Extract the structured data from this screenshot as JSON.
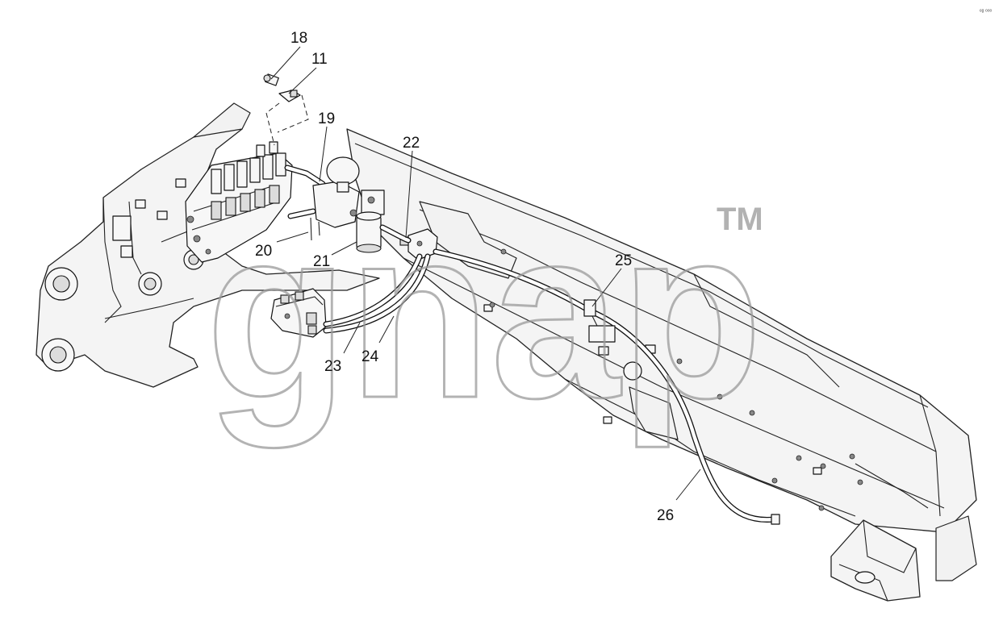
{
  "diagram": {
    "callouts": [
      {
        "id": "18",
        "label": "18"
      },
      {
        "id": "11",
        "label": "11"
      },
      {
        "id": "19",
        "label": "19"
      },
      {
        "id": "22",
        "label": "22"
      },
      {
        "id": "20",
        "label": "20"
      },
      {
        "id": "21",
        "label": "21"
      },
      {
        "id": "25",
        "label": "25"
      },
      {
        "id": "23",
        "label": "23"
      },
      {
        "id": "24",
        "label": "24"
      },
      {
        "id": "26",
        "label": "26"
      }
    ],
    "watermark": {
      "text": "gnap",
      "trademark": "TM"
    },
    "corner_mark": "ᵉᵍ ᵒᵒᵒ"
  }
}
